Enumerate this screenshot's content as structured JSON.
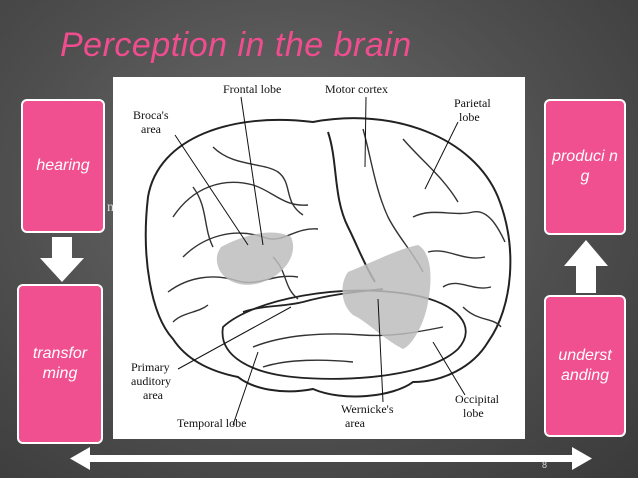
{
  "slide": {
    "title": "Perception in the brain",
    "slide_number": "8",
    "accent_color": "#f0508f"
  },
  "boxes": {
    "hearing": "hearing",
    "transforming": "transfor ming",
    "understanding": "underst anding",
    "producing": "produci ng"
  },
  "stray_glyph": "n",
  "brain": {
    "labels": {
      "frontal_lobe": "Frontal lobe",
      "motor_cortex": "Motor cortex",
      "brocas_area_l1": "Broca's",
      "brocas_area_l2": "area",
      "parietal_lobe_l1": "Parietal",
      "parietal_lobe_l2": "lobe",
      "primary_auditory_l1": "Primary",
      "primary_auditory_l2": "auditory",
      "primary_auditory_l3": "area",
      "temporal_lobe": "Temporal lobe",
      "wernickes_area_l1": "Wernicke's",
      "wernickes_area_l2": "area",
      "occipital_lobe_l1": "Occipital",
      "occipital_lobe_l2": "lobe"
    }
  }
}
